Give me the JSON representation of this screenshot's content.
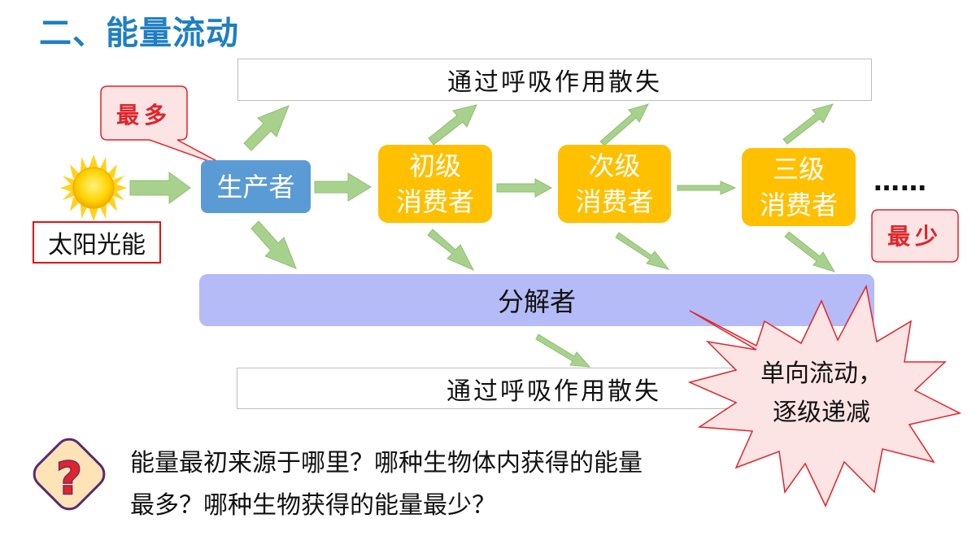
{
  "title": "二、能量流动",
  "loss_label_top": "通过呼吸作用散失",
  "loss_label_bottom": "通过呼吸作用散失",
  "sun_label": "太阳光能",
  "producer": "生产者",
  "consumers": [
    {
      "line1": "初级",
      "line2": "消费者"
    },
    {
      "line1": "次级",
      "line2": "消费者"
    },
    {
      "line1": "三级",
      "line2": "消费者"
    }
  ],
  "ellipsis": "……",
  "decomposer": "分解者",
  "callout_most": "最多",
  "callout_least": "最少",
  "starburst": {
    "line1": "单向流动，",
    "line2": "逐级递减"
  },
  "question": {
    "line1": "能量最初来源于哪里？哪种生物体内获得的能量",
    "line2": "最多？哪种生物获得的能量最少？"
  },
  "colors": {
    "title": "#1f7fc1",
    "producer": "#5b9bd5",
    "consumer": "#ffc000",
    "decomposer": "#b4bbf7",
    "arrow": "#a9d18e",
    "callout_fill": "#fde4e4",
    "callout_stroke": "#e0242b",
    "star_fill": "#fde4e4",
    "question_fill": "#fde3b6",
    "question_stroke": "#5a2a6e"
  }
}
